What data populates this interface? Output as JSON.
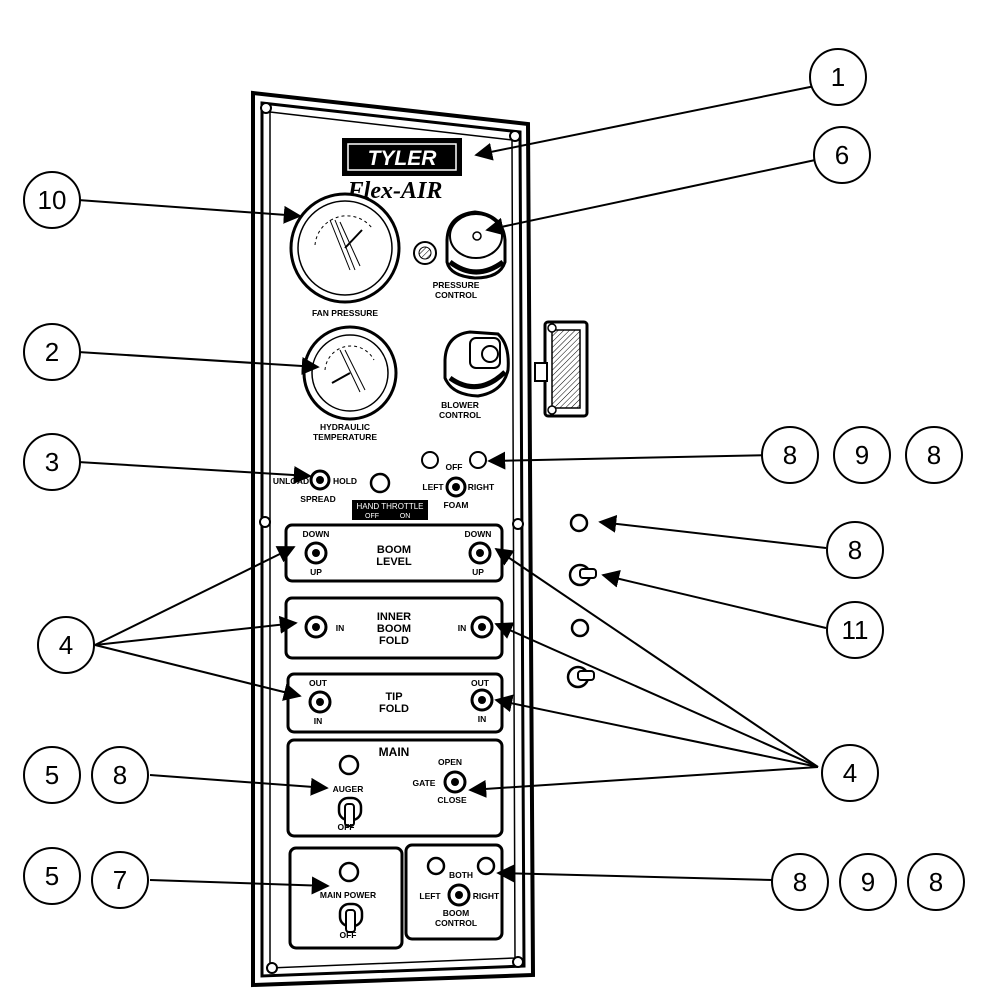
{
  "panel": {
    "brand": "TYLER",
    "product": "Flex-AIR",
    "fan_pressure": "FAN PRESSURE",
    "pressure_control_1": "PRESSURE",
    "pressure_control_2": "CONTROL",
    "hyd_temp_1": "HYDRAULIC",
    "hyd_temp_2": "TEMPERATURE",
    "blower_1": "BLOWER",
    "blower_2": "CONTROL",
    "unload": "UNLOAD",
    "hold": "HOLD",
    "spread": "SPREAD",
    "hand_throttle": "HAND THROTTLE",
    "ht_off": "OFF",
    "ht_on": "ON",
    "foam_off": "OFF",
    "foam_left": "LEFT",
    "foam_right": "RIGHT",
    "foam": "FOAM",
    "boom_level_1": "BOOM",
    "boom_level_2": "LEVEL",
    "down": "DOWN",
    "up": "UP",
    "inner_1": "INNER",
    "inner_2": "BOOM",
    "inner_3": "FOLD",
    "in": "IN",
    "tip_1": "TIP",
    "tip_2": "FOLD",
    "out": "OUT",
    "main": "MAIN",
    "auger": "AUGER",
    "off": "OFF",
    "open": "OPEN",
    "gate": "GATE",
    "close": "CLOSE",
    "main_power": "MAIN POWER",
    "both": "BOTH",
    "left": "LEFT",
    "right": "RIGHT",
    "boom_control_1": "BOOM",
    "boom_control_2": "CONTROL"
  },
  "callouts": {
    "c1": "1",
    "c6": "6",
    "c10": "10",
    "c2": "2",
    "c3": "3",
    "c8a": "8",
    "c9a": "9",
    "c8b": "8",
    "c8c": "8",
    "c11": "11",
    "c4l": "4",
    "c4r": "4",
    "c5a": "5",
    "c8d": "8",
    "c5b": "5",
    "c7": "7",
    "c8e": "8",
    "c9b": "9",
    "c8f": "8"
  }
}
